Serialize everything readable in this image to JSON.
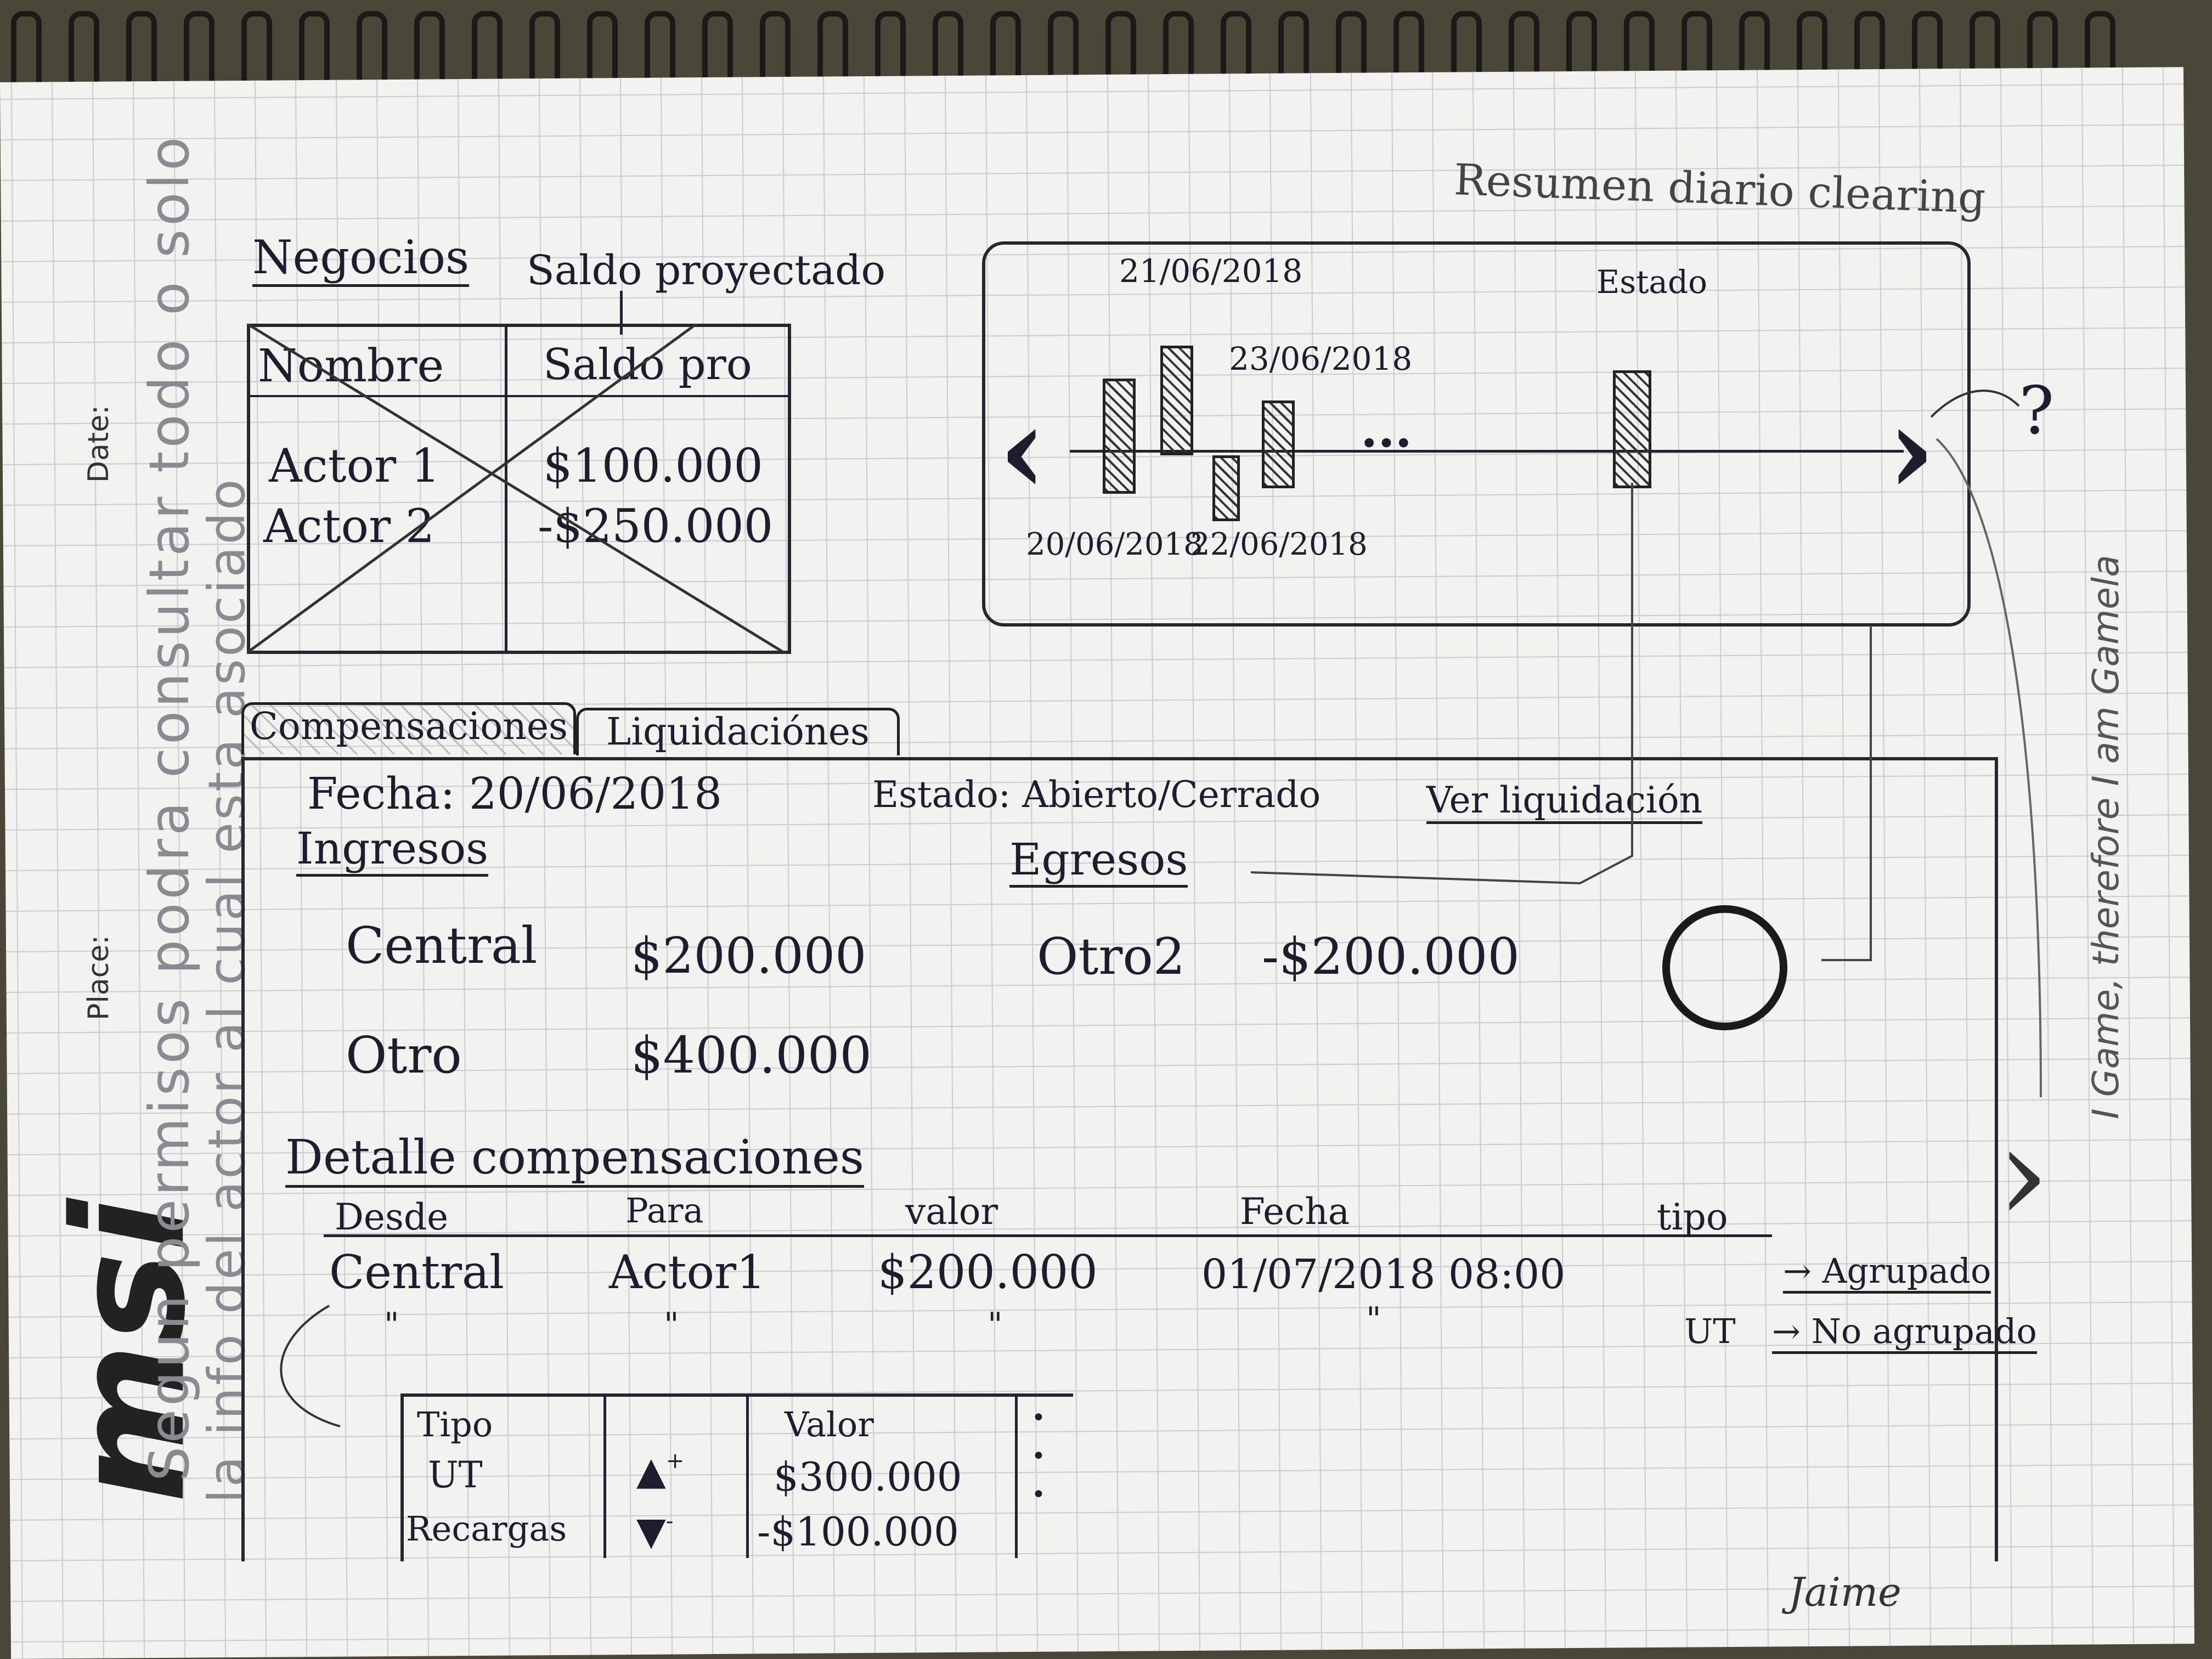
{
  "header": {
    "title": "Resumen diario clearing"
  },
  "negocios": {
    "title": "Negocios",
    "annotation": "Saldo proyectado",
    "columns": [
      "Nombre",
      "Saldo pro"
    ],
    "rows": [
      {
        "nombre": "Actor 1",
        "saldo": "$100.000"
      },
      {
        "nombre": "Actor 2",
        "saldo": "-$250.000"
      }
    ]
  },
  "timeline": {
    "label_estado": "Estado",
    "dates": {
      "d1": "20/06/2018",
      "d2": "21/06/2018",
      "d3": "22/06/2018",
      "d4": "23/06/2018"
    },
    "ellipsis": "...",
    "question": "?"
  },
  "tabs": [
    {
      "label": "Compensaciones",
      "active": true
    },
    {
      "label": "Liquidaciónes",
      "active": false
    }
  ],
  "summary": {
    "fecha": "Fecha: 20/06/2018",
    "estado": "Estado: Abierto/Cerrado",
    "ver_liquidacion": "Ver liquidación"
  },
  "ingresos": {
    "title": "Ingresos",
    "rows": [
      {
        "name": "Central",
        "value": "$200.000"
      },
      {
        "name": "Otro",
        "value": "$400.000"
      }
    ]
  },
  "egresos": {
    "title": "Egresos",
    "rows": [
      {
        "name": "Otro2",
        "value": "-$200.000"
      }
    ]
  },
  "detalle": {
    "title": "Detalle compensaciones",
    "columns": [
      "Desde",
      "Para",
      "valor",
      "Fecha",
      "tipo"
    ],
    "row": {
      "desde": "Central",
      "para": "Actor1",
      "valor": "$200.000",
      "fecha": "01/07/2018 08:00",
      "tipo": "UT"
    },
    "ditto": "\"",
    "legend": [
      "Agrupado",
      "No agrupado"
    ]
  },
  "subtable": {
    "columns": [
      "Tipo",
      "Valor"
    ],
    "rows": [
      {
        "tipo": "UT",
        "sign": "+",
        "valor": "$300.000"
      },
      {
        "tipo": "Recargas",
        "sign": "-",
        "valor": "-$100.000"
      }
    ]
  },
  "margin": {
    "date_label": "Date:",
    "place_label": "Place:",
    "vertical_note_1": "Segun permisos podra consultar todo o solo",
    "vertical_note_2": "la info del actor al cual esta asociado",
    "side_note": "I Game, therefore I am Gamela",
    "brand": "msi",
    "signature": "Jaime"
  },
  "colors": {
    "ink": "#1d1d2e",
    "pencil": "#8a8a92",
    "paper": "#f2f2f0",
    "grid": "#c9ccd0"
  }
}
